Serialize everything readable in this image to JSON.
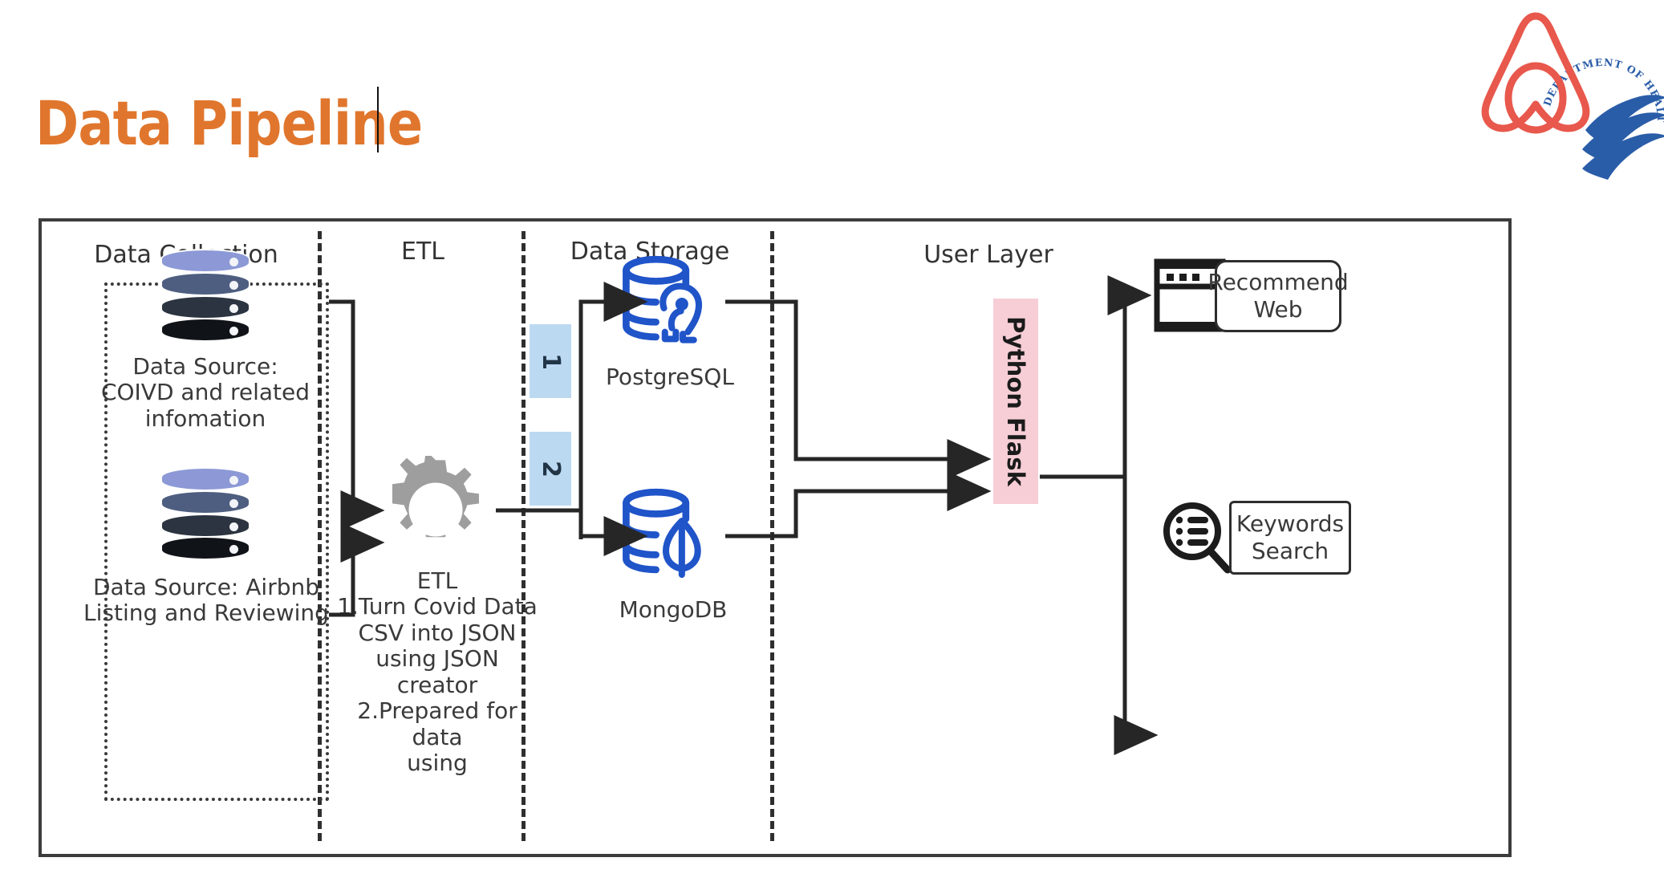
{
  "slide": {
    "title": "Data Pipeline",
    "title_color": "#E0762D"
  },
  "logos": [
    {
      "name": "airbnb-logo",
      "alt": "Airbnb Belo logo",
      "color": "#E8584C"
    },
    {
      "name": "hhs-logo",
      "alt": "Department of Health & Human Services USA seal",
      "color": "#2A5DA8",
      "ring_text": "DEPARTMENT OF HEALTH & HUMAN SERVICES · USA"
    }
  ],
  "diagram": {
    "columns": [
      {
        "id": "data-collection",
        "label": "Data Collection"
      },
      {
        "id": "etl",
        "label": "ETL"
      },
      {
        "id": "data-storage",
        "label": "Data Storage"
      },
      {
        "id": "user-layer",
        "label": "User Layer"
      }
    ],
    "data_sources": [
      {
        "id": "covid-source",
        "icon": "database-stack-icon",
        "label": "Data Source:\nCOIVD and related\ninfomation",
        "lines": [
          "Data Source:",
          "COIVD and related",
          "infomation"
        ]
      },
      {
        "id": "airbnb-source",
        "icon": "database-stack-icon",
        "label": "Data Source: Airbnb\nListing and Reviewing",
        "lines": [
          "Data Source: Airbnb",
          "Listing and Reviewing"
        ]
      }
    ],
    "etl": {
      "icon": "gear-icon",
      "lines": [
        "ETL",
        "1.Turn Covid Data",
        "CSV into JSON",
        "using JSON creator",
        "2.Prepared for data",
        "using"
      ]
    },
    "steps": [
      {
        "id": "step-1",
        "value": "1",
        "color": "#bcd9f2"
      },
      {
        "id": "step-2",
        "value": "2",
        "color": "#bcd9f2"
      }
    ],
    "storage": [
      {
        "id": "postgresql",
        "icon": "postgresql-icon",
        "label": "PostgreSQL",
        "color": "#2054C9"
      },
      {
        "id": "mongodb",
        "icon": "mongodb-icon",
        "label": "MongoDB",
        "color": "#2054C9"
      }
    ],
    "middleware": {
      "id": "python-flask",
      "label": "Python Flask",
      "color": "#f7ced6"
    },
    "user_layer": [
      {
        "id": "recommend-web",
        "icon": "browser-window-icon",
        "lines": [
          "Recommend",
          "Web"
        ]
      },
      {
        "id": "keywords-search",
        "icon": "search-list-icon",
        "lines": [
          "Keywords",
          "Search"
        ]
      }
    ]
  }
}
